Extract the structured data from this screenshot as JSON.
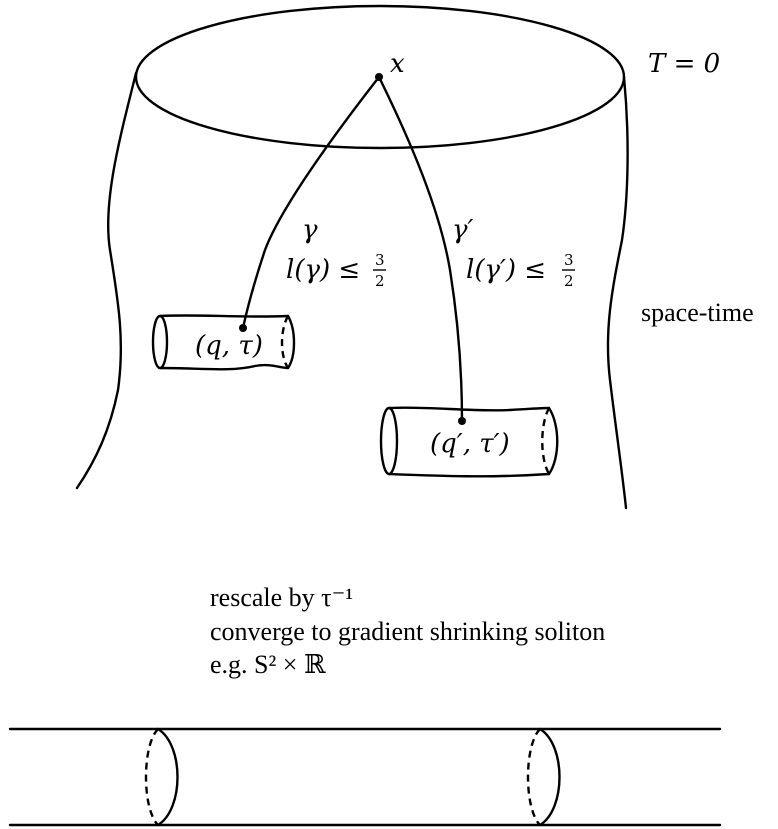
{
  "labels": {
    "x_point": "x",
    "time_zero": "T = 0",
    "gamma": "γ",
    "gamma_len_lhs": "l(γ) ≤",
    "gamma_prime": "γ′",
    "gamma_prime_len_lhs": "l(γ′) ≤",
    "frac_num": "3",
    "frac_den": "2",
    "space_time": "space-time",
    "q_tau": "(q, τ)",
    "q_tau_prime": "(q′, τ′)"
  },
  "caption": {
    "line1": "rescale by τ⁻¹",
    "line2": "converge to gradient shrinking soliton",
    "line3": "e.g. S² × ℝ"
  }
}
